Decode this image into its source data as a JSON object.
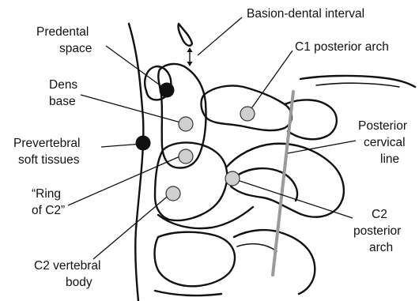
{
  "labels": {
    "basion_dental_interval": "Basion-dental interval",
    "c1_posterior_arch": "C1 posterior arch",
    "predental_space_1": "Predental",
    "predental_space_2": "space",
    "dens_base_1": "Dens",
    "dens_base_2": "base",
    "prevertebral_1": "Prevertebral",
    "prevertebral_2": "soft tissues",
    "ring_c2_1": "“Ring",
    "ring_c2_2": "of C2”",
    "c2_body_1": "C2 vertebral",
    "c2_body_2": "body",
    "posterior_cervical_1": "Posterior",
    "posterior_cervical_2": "cervical",
    "posterior_cervical_3": "line",
    "c2_posterior_arch_1": "C2",
    "c2_posterior_arch_2": "posterior",
    "c2_posterior_arch_3": "arch"
  },
  "colors": {
    "outline": "#111111",
    "landmark_dark": "#111111",
    "landmark_light": "#cfcfcf",
    "posterior_line": "#9a9a9a"
  }
}
